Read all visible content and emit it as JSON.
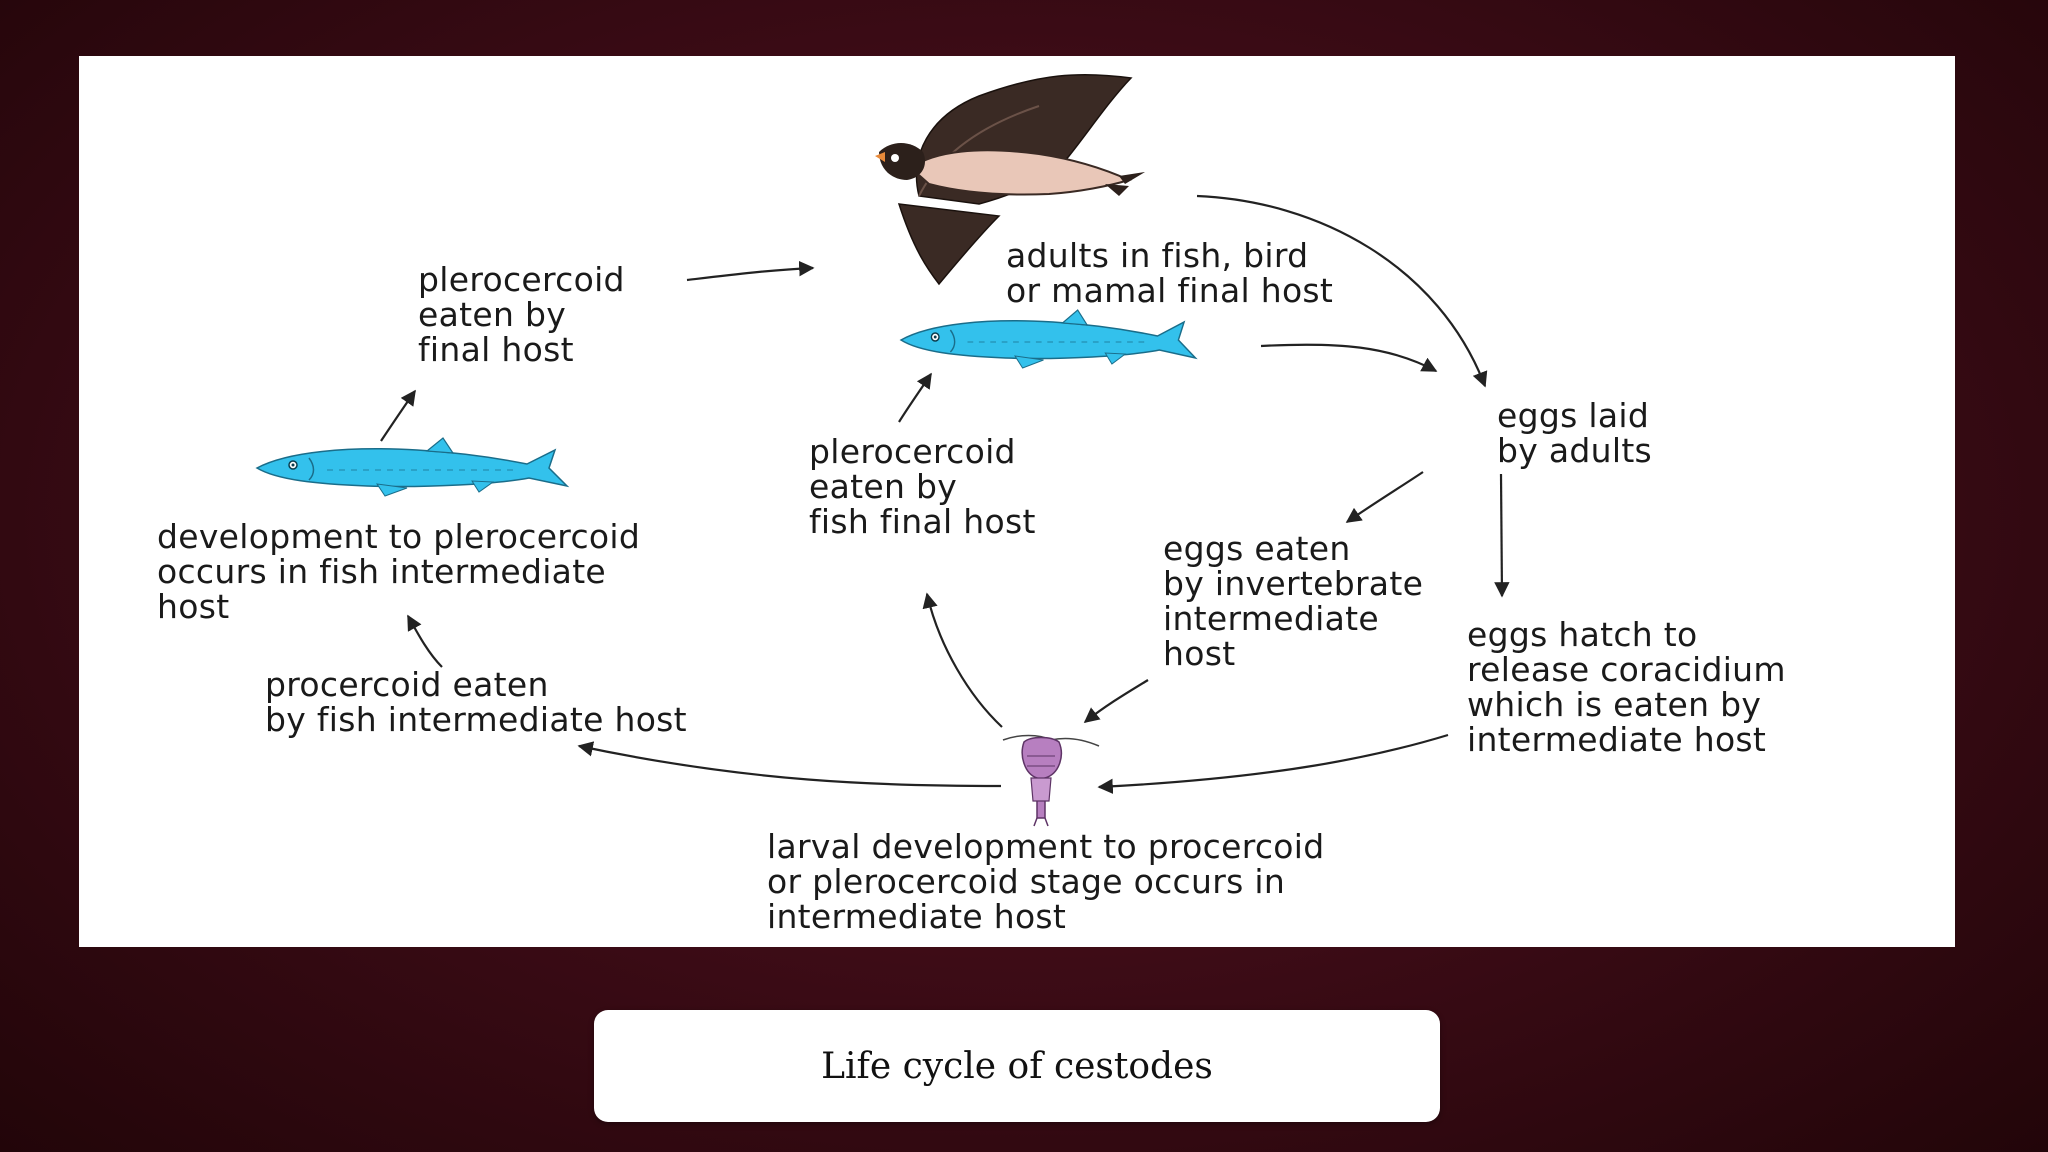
{
  "diagram": {
    "labels": {
      "adults_host": "adults in fish, bird\nor mamal final host",
      "plerocercoid_final": "plerocercoid\neaten by\nfinal host",
      "eggs_laid": "eggs laid\nby adults",
      "plerocercoid_fish_final": "plerocercoid\neaten by\nfish final host",
      "development_plerocercoid": "development to plerocercoid\noccurs in fish intermediate\nhost",
      "eggs_eaten_invertebrate": "eggs eaten\nby invertebrate\nintermediate\nhost",
      "eggs_hatch": "eggs hatch to\nrelease coracidium\nwhich is eaten by\nintermediate host",
      "procercoid_eaten": "procercoid eaten\nby fish intermediate host",
      "larval_development": "larval development to procercoid\nor plerocercoid stage occurs in\nintermediate host"
    },
    "icons": [
      "bird-icon",
      "fish-icon",
      "copepod-icon"
    ],
    "colors": {
      "fish": "#33c1ec",
      "bird_body": "#3a2a24",
      "bird_belly": "#e9c7b8",
      "copepod": "#b77fc0",
      "arrow": "#222222"
    }
  },
  "caption": {
    "text": "Life cycle of cestodes"
  }
}
